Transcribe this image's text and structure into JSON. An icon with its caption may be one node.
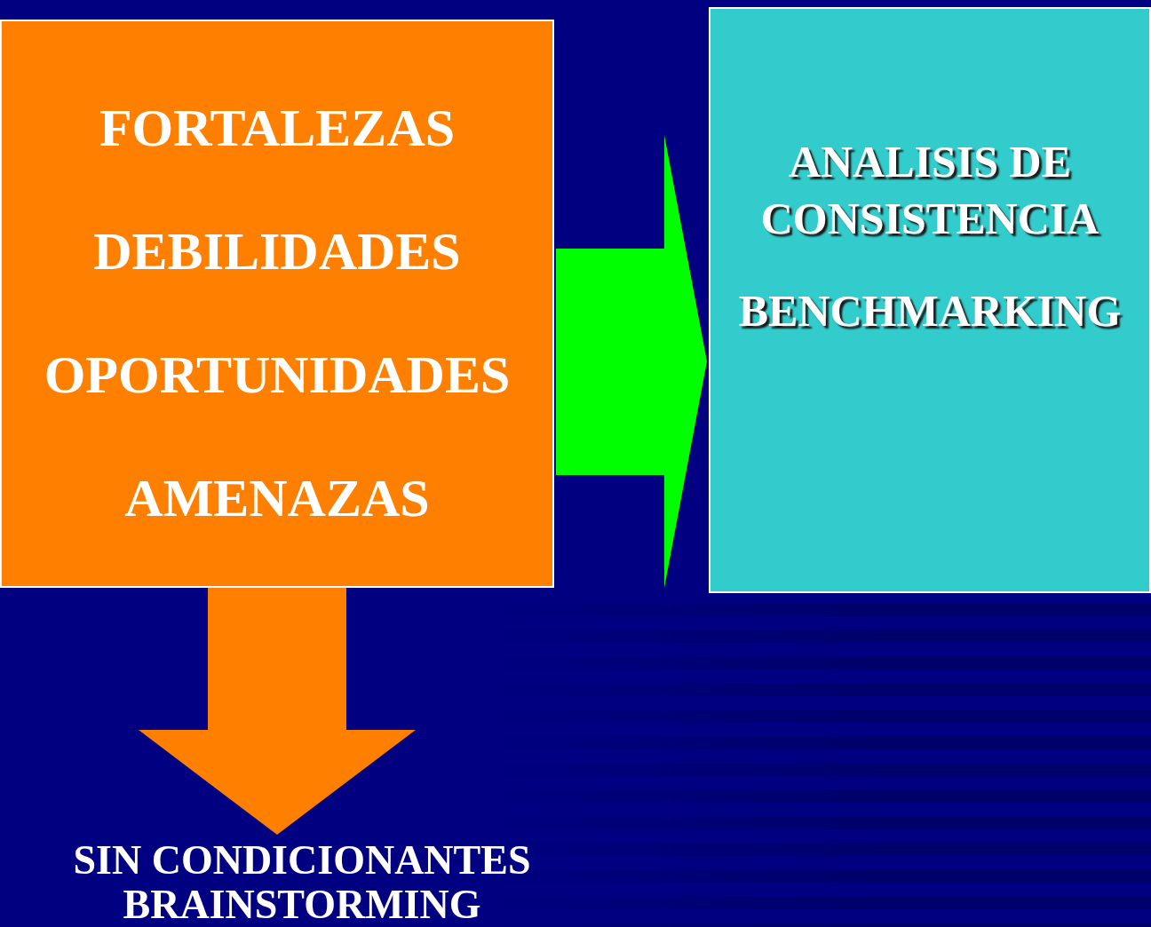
{
  "diagram": {
    "nodes": [
      {
        "text": [
          "FORTALEZAS",
          "DEBILIDADES",
          "OPORTUNIDADES",
          "AMENAZAS"
        ]
      },
      {
        "text": [
          "ANALISIS DE CONSISTENCIA",
          "BENCHMARKING"
        ]
      },
      {
        "text": [
          "SIN CONDICIONANTES",
          "BRAINSTORMING"
        ]
      }
    ],
    "edges": [
      {
        "from": 0,
        "to": 1,
        "arrow": "to",
        "style": "thick",
        "color": "#00ff00"
      },
      {
        "from": 0,
        "to": 2,
        "arrow": "to",
        "style": "thick",
        "color": "#ff8000"
      }
    ]
  }
}
